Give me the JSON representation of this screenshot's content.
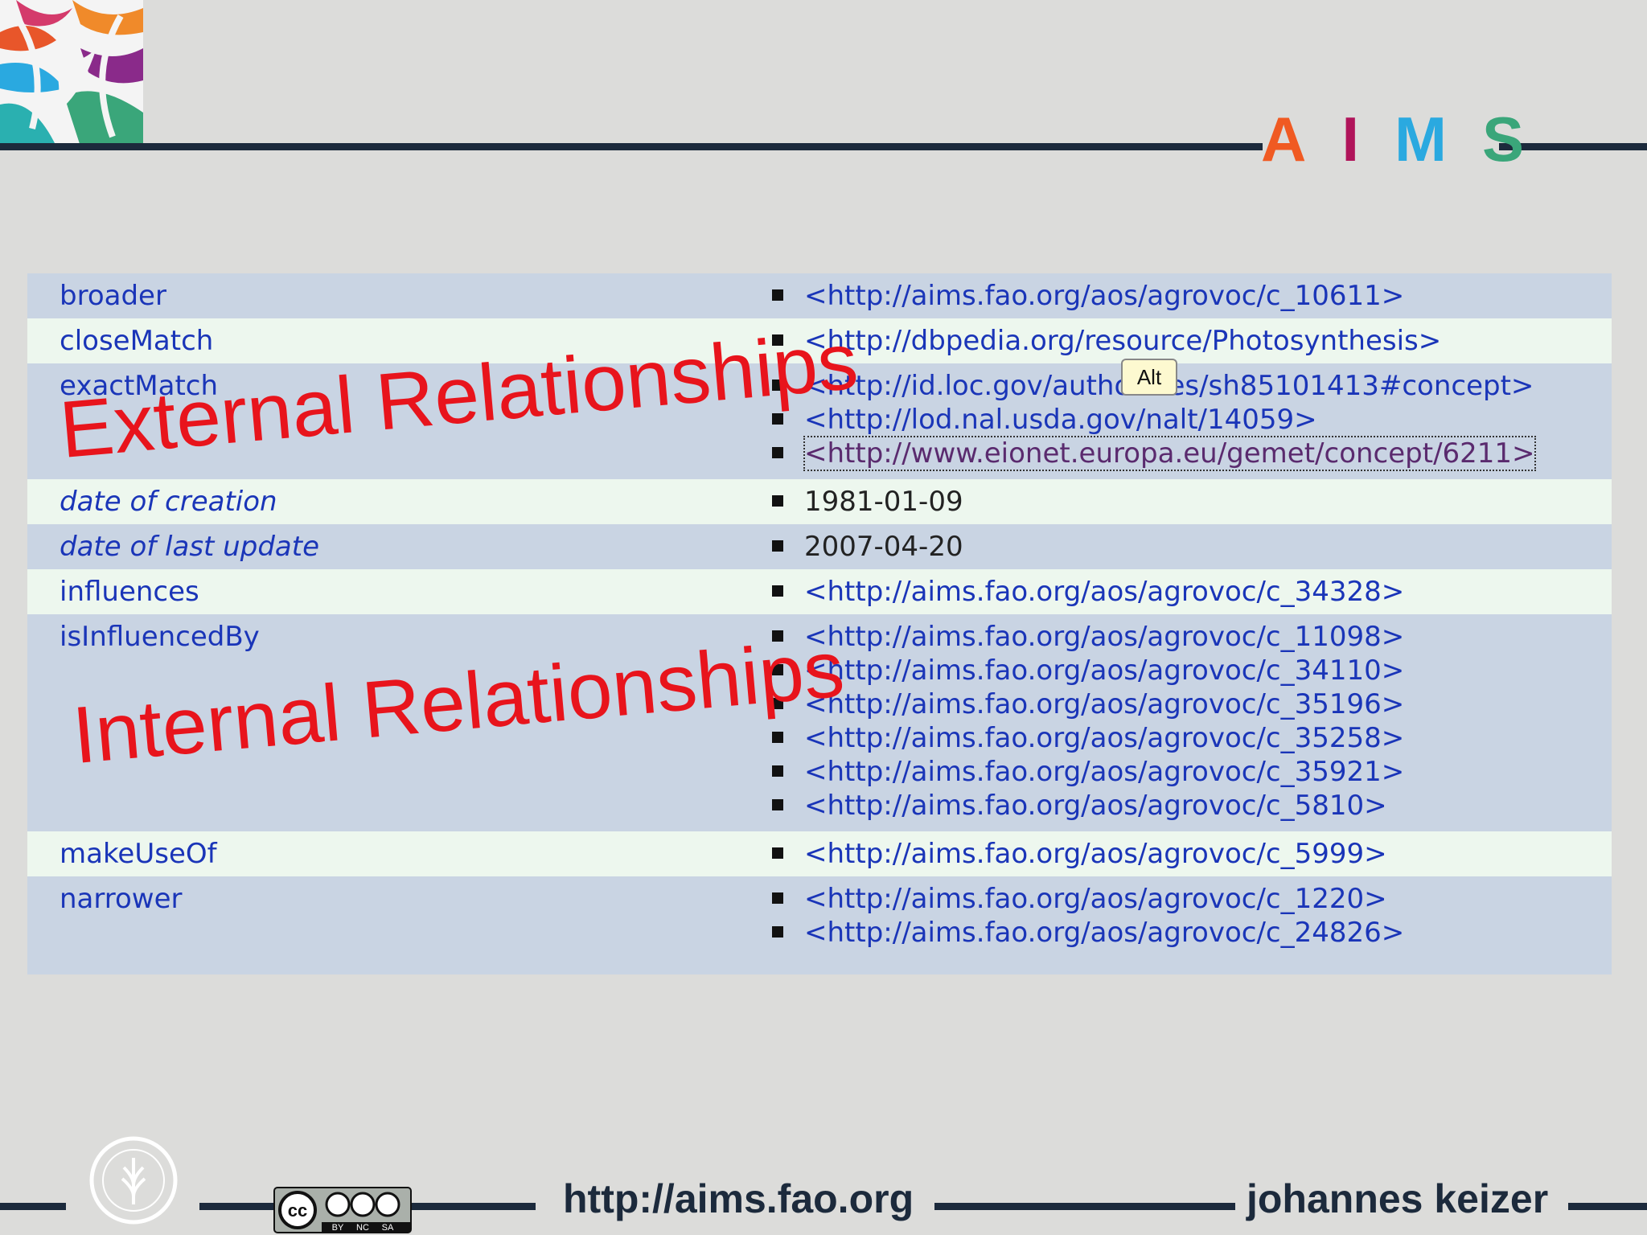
{
  "header": {
    "logo_letters": [
      {
        "letter": "A",
        "color": "#f05a22"
      },
      {
        "letter": "I",
        "color": "#b0145a"
      },
      {
        "letter": "M",
        "color": "#2aa9e0"
      },
      {
        "letter": "S",
        "color": "#3aa67a"
      }
    ]
  },
  "table": {
    "rows": [
      {
        "property": "broader",
        "italic": false,
        "values": [
          "<http://aims.fao.org/aos/agrovoc/c_10611>"
        ]
      },
      {
        "property": "closeMatch",
        "italic": false,
        "values": [
          "<http://dbpedia.org/resource/Photosynthesis>"
        ]
      },
      {
        "property": "exactMatch",
        "italic": false,
        "values": [
          "<http://id.loc.gov/authorities/sh85101413#concept>",
          "<http://lod.nal.usda.gov/nalt/14059>",
          "<http://www.eionet.europa.eu/gemet/concept/6211>"
        ]
      },
      {
        "property": "date of creation",
        "italic": true,
        "values": [
          "1981-01-09"
        ]
      },
      {
        "property": "date of last update",
        "italic": true,
        "values": [
          "2007-04-20"
        ]
      },
      {
        "property": "influences",
        "italic": false,
        "values": [
          "<http://aims.fao.org/aos/agrovoc/c_34328>"
        ]
      },
      {
        "property": "isInfluencedBy",
        "italic": false,
        "values": [
          "<http://aims.fao.org/aos/agrovoc/c_11098>",
          "<http://aims.fao.org/aos/agrovoc/c_34110>",
          "<http://aims.fao.org/aos/agrovoc/c_35196>",
          "<http://aims.fao.org/aos/agrovoc/c_35258>",
          "<http://aims.fao.org/aos/agrovoc/c_35921>",
          "<http://aims.fao.org/aos/agrovoc/c_5810>"
        ]
      },
      {
        "property": "makeUseOf",
        "italic": false,
        "values": [
          "<http://aims.fao.org/aos/agrovoc/c_5999>"
        ]
      },
      {
        "property": "narrower",
        "italic": false,
        "values": [
          "<http://aims.fao.org/aos/agrovoc/c_1220>",
          "<http://aims.fao.org/aos/agrovoc/c_24826>"
        ]
      }
    ]
  },
  "overlays": {
    "external": "External Relationships",
    "internal": "Internal Relationships"
  },
  "tooltip": "Alt",
  "footer": {
    "url": "http://aims.fao.org",
    "author": "johannes keizer",
    "cc_labels": [
      "BY",
      "NC",
      "SA"
    ]
  },
  "colors": {
    "link": "#1a35b8",
    "overlay": "#e8141c",
    "rule": "#1c2a3c",
    "row_alt": "#edf7ee",
    "row_base": "#c9d4e3"
  }
}
